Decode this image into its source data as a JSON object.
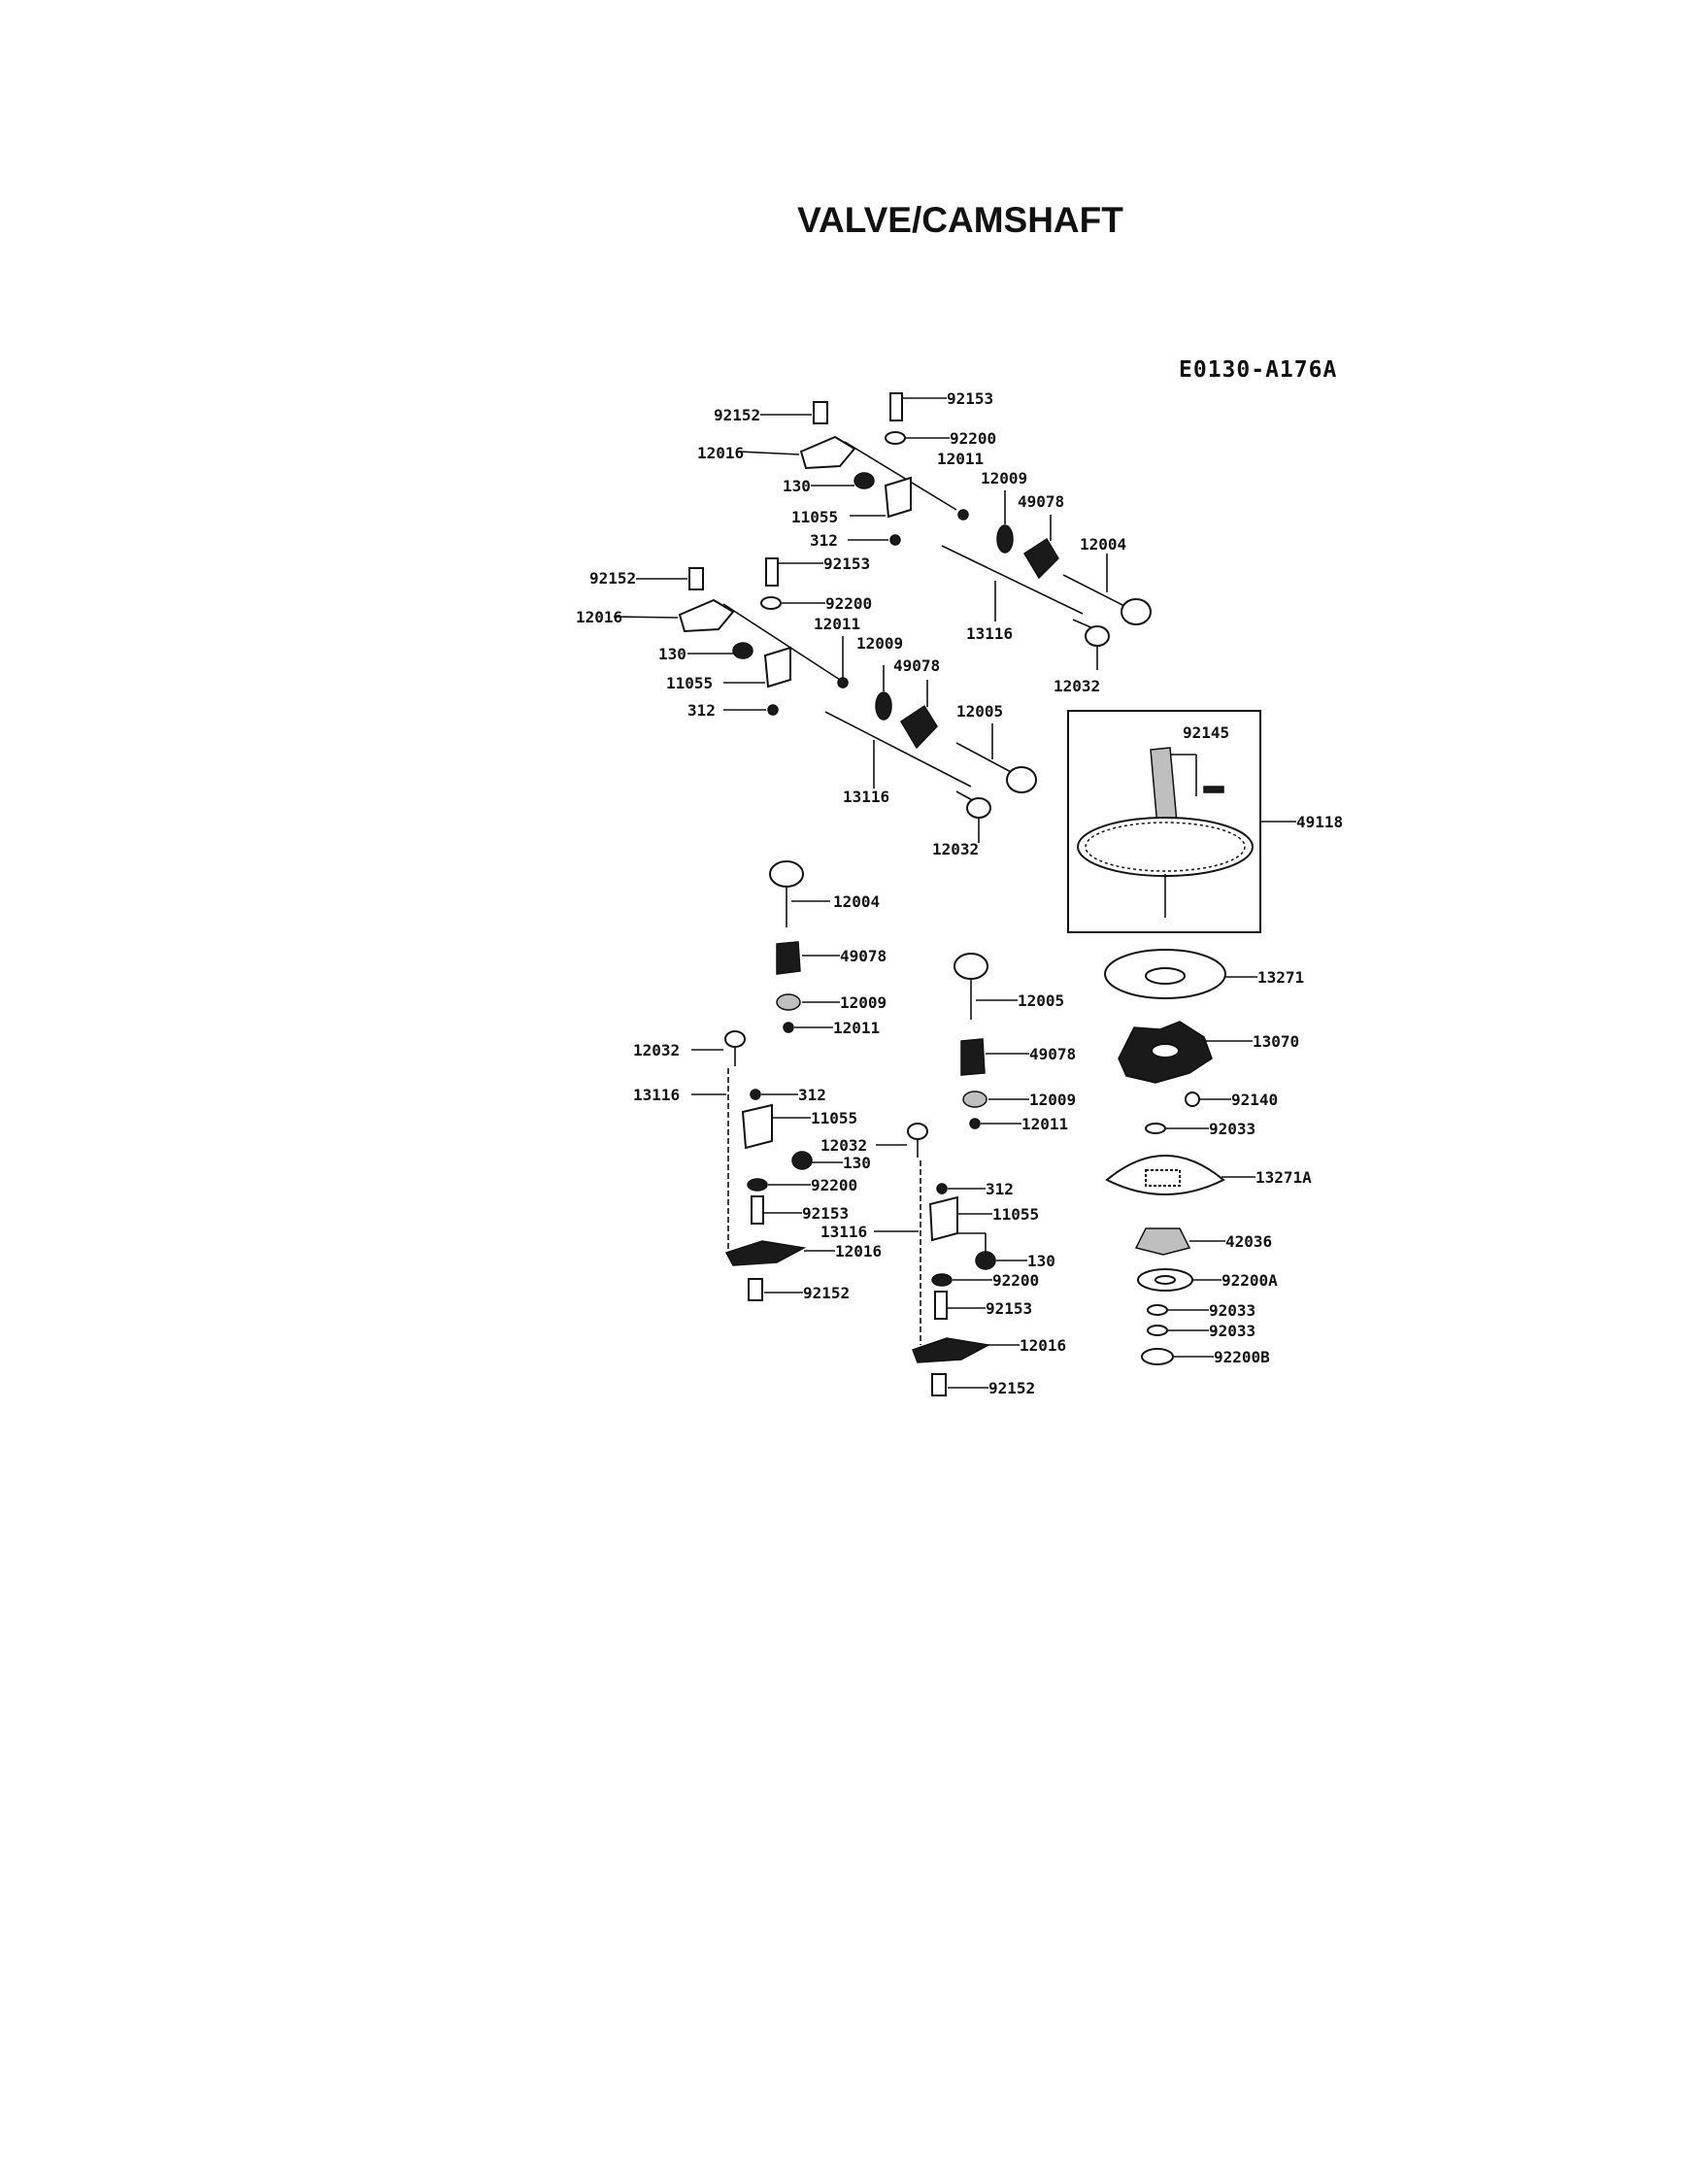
{
  "title": "VALVE/CAMSHAFT",
  "drawing_code": "E0130-A176A",
  "icons": {
    "rocker-arm": "rocker-arm-icon",
    "pivot-bolt": "pivot-bolt-icon",
    "washer": "washer-icon",
    "valve-spring": "spring-icon",
    "valve": "valve-icon",
    "push-rod": "pushrod-icon",
    "camshaft": "camshaft-icon",
    "lifter": "lifter-icon",
    "plate": "plate-icon",
    "weight": "governor-weight-icon",
    "gear": "gear-icon"
  },
  "labels": [
    "92152",
    "12016",
    "92153",
    "92200",
    "12011",
    "130",
    "11055",
    "312",
    "12009",
    "49078",
    "12004",
    "13116",
    "12032",
    "92152",
    "12016",
    "92153",
    "92200",
    "12011",
    "130",
    "11055",
    "312",
    "12009",
    "49078",
    "12005",
    "13116",
    "12032",
    "92145",
    "49118",
    "12004",
    "49078",
    "12009",
    "12011",
    "12032",
    "13116",
    "312",
    "11055",
    "130",
    "92200",
    "92153",
    "12016",
    "92152",
    "12005",
    "49078",
    "12009",
    "12011",
    "12032",
    "312",
    "13116",
    "11055",
    "130",
    "92200",
    "92153",
    "12016",
    "92152",
    "13271",
    "13070",
    "92140",
    "92033",
    "13271A",
    "42036",
    "92200A",
    "92033",
    "92033",
    "92200B"
  ]
}
